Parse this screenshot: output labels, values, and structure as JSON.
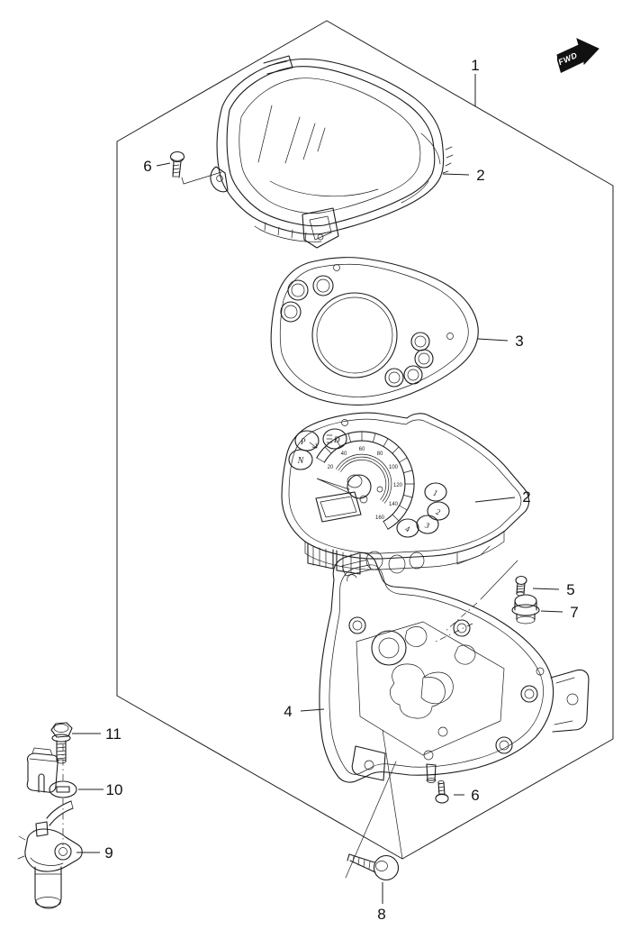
{
  "diagram": {
    "background": "#ffffff",
    "line_color": "#1c1c1c"
  },
  "fwd": {
    "label": "FWD"
  },
  "callouts": {
    "n1": "1",
    "n2_top": "2",
    "n3": "3",
    "n2_mid": "2",
    "n4": "4",
    "n5": "5",
    "n6_top": "6",
    "n6_bottom": "6",
    "n7": "7",
    "n8": "8",
    "n9": "9",
    "n10": "10",
    "n11": "11"
  },
  "speedometer": {
    "dial_numbers": [
      "20",
      "40",
      "60",
      "80",
      "100",
      "120",
      "140",
      "160"
    ],
    "indicators": {
      "park": "P",
      "high_beam": "D",
      "neutral": "N",
      "lamp1": "1",
      "lamp2": "2",
      "lamp3": "3",
      "lamp4": "4"
    }
  }
}
